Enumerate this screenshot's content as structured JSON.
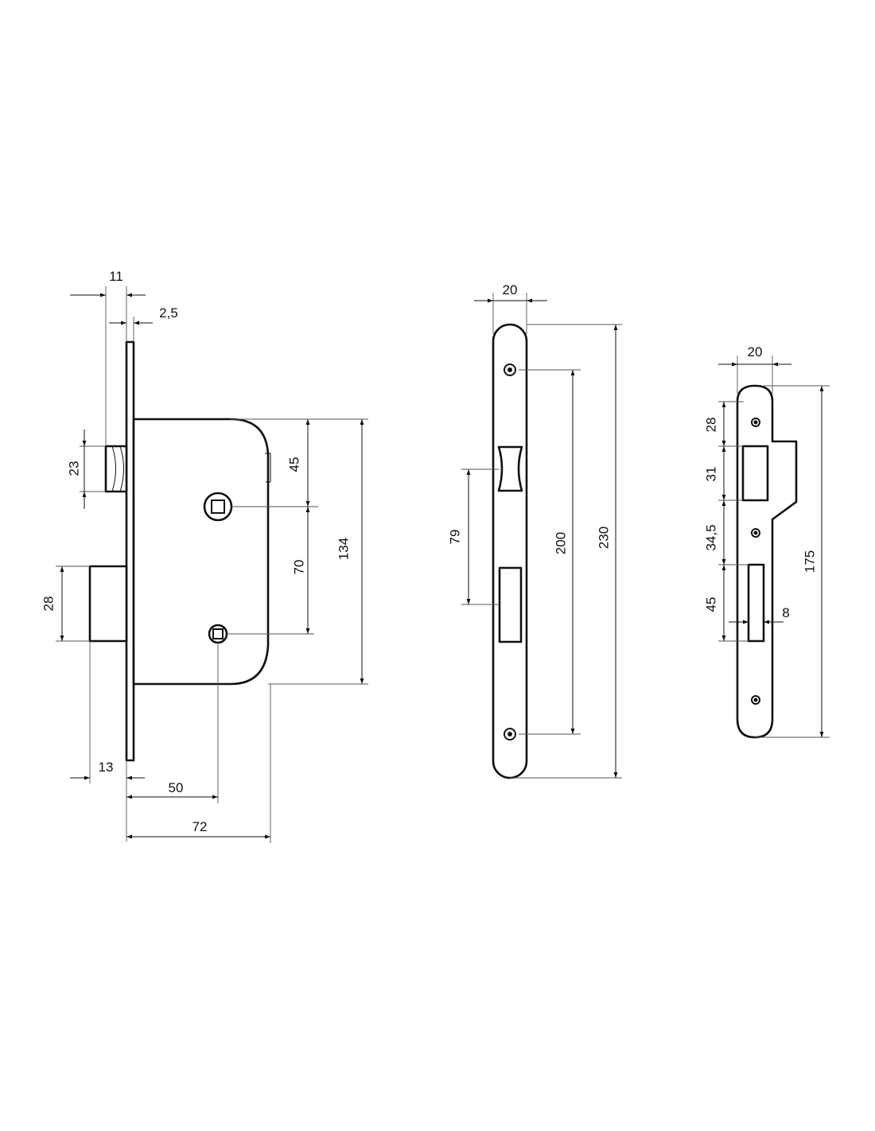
{
  "colors": {
    "line": "#111111",
    "background": "#ffffff"
  },
  "lock_body": {
    "faceplate_width": "11",
    "faceplate_thickness": "2,5",
    "latch_height": "23",
    "deadbolt_height": "28",
    "deadbolt_throw": "13",
    "handle_to_face": "45",
    "handle_to_key": "70",
    "case_height": "134",
    "backset": "50",
    "case_depth": "72"
  },
  "striker_long": {
    "width": "20",
    "opening_span": "79",
    "hole_spacing": "200",
    "length": "230"
  },
  "striker_short": {
    "width": "20",
    "top_to_latch": "28",
    "latch_opening": "31",
    "gap": "34,5",
    "bolt_opening": "45",
    "bolt_width": "8",
    "length": "175"
  }
}
